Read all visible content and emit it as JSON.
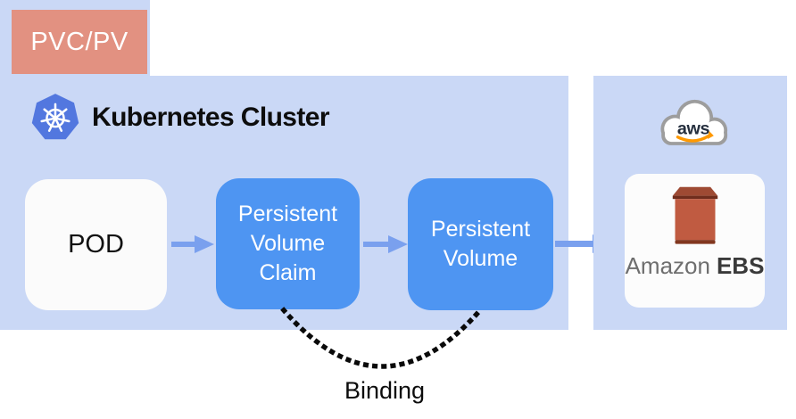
{
  "diagram": {
    "tag": {
      "label": "PVC/PV"
    },
    "cluster": {
      "title": "Kubernetes Cluster",
      "pod": {
        "label": "POD"
      },
      "pvc": {
        "label": "Persistent\nVolume\nClaim"
      },
      "pv": {
        "label": "Persistent\nVolume"
      }
    },
    "aws": {
      "cloud_label": "aws",
      "ebs": {
        "name": "Amazon",
        "abbr": "EBS"
      }
    },
    "binding": {
      "label": "Binding"
    }
  },
  "icons": {
    "kubernetes": "kubernetes-helm-wheel-icon",
    "aws_cloud": "aws-cloud-icon",
    "ebs": "ebs-volume-icon",
    "arrows": "arrow-right-icon",
    "binding_arc": "dotted-binding-arc"
  },
  "colors": {
    "panel-bg": "#CAD8F6",
    "tag-bg": "#E29181",
    "node-blue": "#4E95F2",
    "pod-bg": "#FBFBFB",
    "arrow-blue": "#7AA0EE",
    "k8s-blue": "#5277DF",
    "cloud-gray": "#9D9D9D",
    "aws-navy": "#252F3E",
    "aws-orange": "#FF9900",
    "ebs-lid": "#9E4A33",
    "ebs-rim": "#6F2D1D",
    "ebs-body": "#C05B41",
    "ebs-dark": "#82371F",
    "ebs-text-gray": "#6E6E6E",
    "ebs-text-dark": "#3A3A3A",
    "binding-black": "#0A0A0A"
  }
}
